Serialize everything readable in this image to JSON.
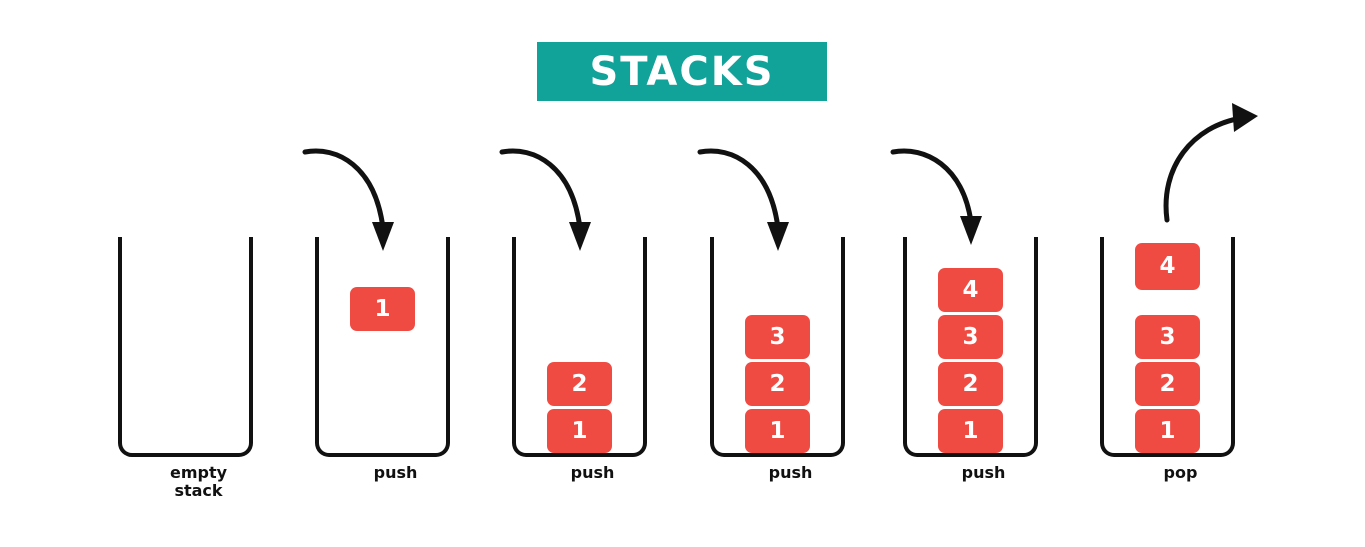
{
  "title": {
    "text": "STACKS",
    "banner_color": "#11a299",
    "text_color": "#ffffff"
  },
  "palette": {
    "box_fill": "#ef4b43",
    "box_text": "#ffffff",
    "container_stroke": "#111111",
    "arrow_stroke": "#111111",
    "background": "#ffffff"
  },
  "diagram": {
    "type": "stack-operations-sequence",
    "steps": [
      {
        "label": "empty\nstack",
        "operation": "none",
        "boxes": [],
        "arrow": "none"
      },
      {
        "label": "push",
        "operation": "push",
        "boxes": [
          "1"
        ],
        "arrow": "push-down"
      },
      {
        "label": "push",
        "operation": "push",
        "boxes": [
          "2",
          "1"
        ],
        "arrow": "push-down"
      },
      {
        "label": "push",
        "operation": "push",
        "boxes": [
          "3",
          "2",
          "1"
        ],
        "arrow": "push-down"
      },
      {
        "label": "push",
        "operation": "push",
        "boxes": [
          "4",
          "3",
          "2",
          "1"
        ],
        "arrow": "push-down"
      },
      {
        "label": "pop",
        "operation": "pop",
        "boxes": [
          "4",
          "3",
          "2",
          "1"
        ],
        "popped_index": 0,
        "arrow": "pop-up"
      }
    ]
  }
}
